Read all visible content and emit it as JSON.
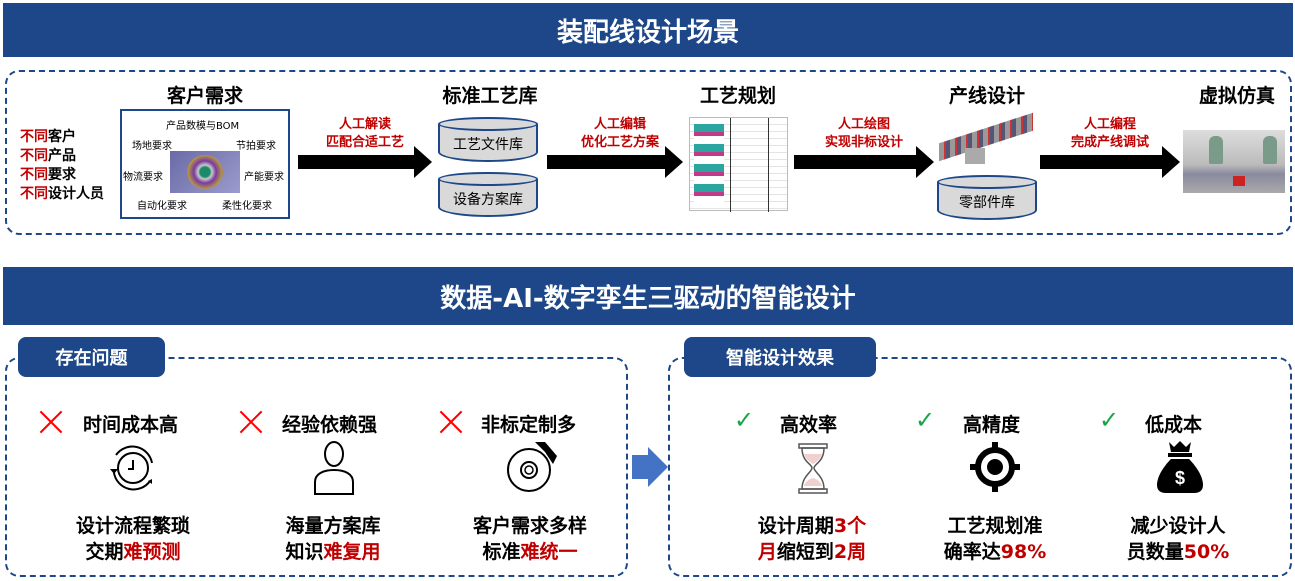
{
  "top": {
    "banner": "装配线设计场景",
    "left_labels": [
      {
        "prefix": "不同",
        "text": "客户"
      },
      {
        "prefix": "不同",
        "text": "产品"
      },
      {
        "prefix": "不同",
        "text": "要求"
      },
      {
        "prefix": "不同",
        "text": "设计人员"
      }
    ],
    "stages": [
      "客户需求",
      "标准工艺库",
      "工艺规划",
      "产线设计",
      "虚拟仿真"
    ],
    "requirements": {
      "top": "产品数模与BOM",
      "site": "场地要求",
      "takt": "节拍要求",
      "logistics": "物流要求",
      "capacity": "产能要求",
      "automation": "自动化要求",
      "flexibility": "柔性化要求"
    },
    "libraries": {
      "process": "工艺文件库",
      "equipment": "设备方案库",
      "parts": "零部件库"
    },
    "arrows": [
      [
        "人工解读",
        "匹配合适工艺"
      ],
      [
        "人工编辑",
        "优化工艺方案"
      ],
      [
        "人工绘图",
        "实现非标设计"
      ],
      [
        "人工编程",
        "完成产线调试"
      ]
    ]
  },
  "middle": {
    "banner": "数据-AI-数字孪生三驱动的智能设计"
  },
  "problems": {
    "tag": "存在问题",
    "items": [
      {
        "title": "时间成本高",
        "icon": "clock-cycle-icon",
        "line1": "设计流程繁琐",
        "line2_pre": "交期",
        "line2_red": "难预测"
      },
      {
        "title": "经验依赖强",
        "icon": "person-icon",
        "line1": "海量方案库",
        "line2_pre": "知识",
        "line2_red": "难复用"
      },
      {
        "title": "非标定制多",
        "icon": "brake-disc-icon",
        "line1": "客户需求多样",
        "line2_pre": "标准",
        "line2_red": "难统一"
      }
    ]
  },
  "effects": {
    "tag": "智能设计效果",
    "items": [
      {
        "title": "高效率",
        "icon": "hourglass-icon"
      },
      {
        "title": "高精度",
        "icon": "target-icon"
      },
      {
        "title": "低成本",
        "icon": "money-bag-icon"
      }
    ],
    "e1": {
      "a": "设计周期",
      "b": "3个",
      "c": "月",
      "d": "缩短到",
      "e": "2周"
    },
    "e2": {
      "a": "工艺规划准",
      "b": "确率达",
      "c": "98%"
    },
    "e3": {
      "a": "减少设计人",
      "b": "员数量",
      "c": "50%"
    }
  },
  "colors": {
    "brand": "#1d4789",
    "emphasis": "#c00000",
    "check": "#1aa34a",
    "cross": "#ff0000"
  }
}
